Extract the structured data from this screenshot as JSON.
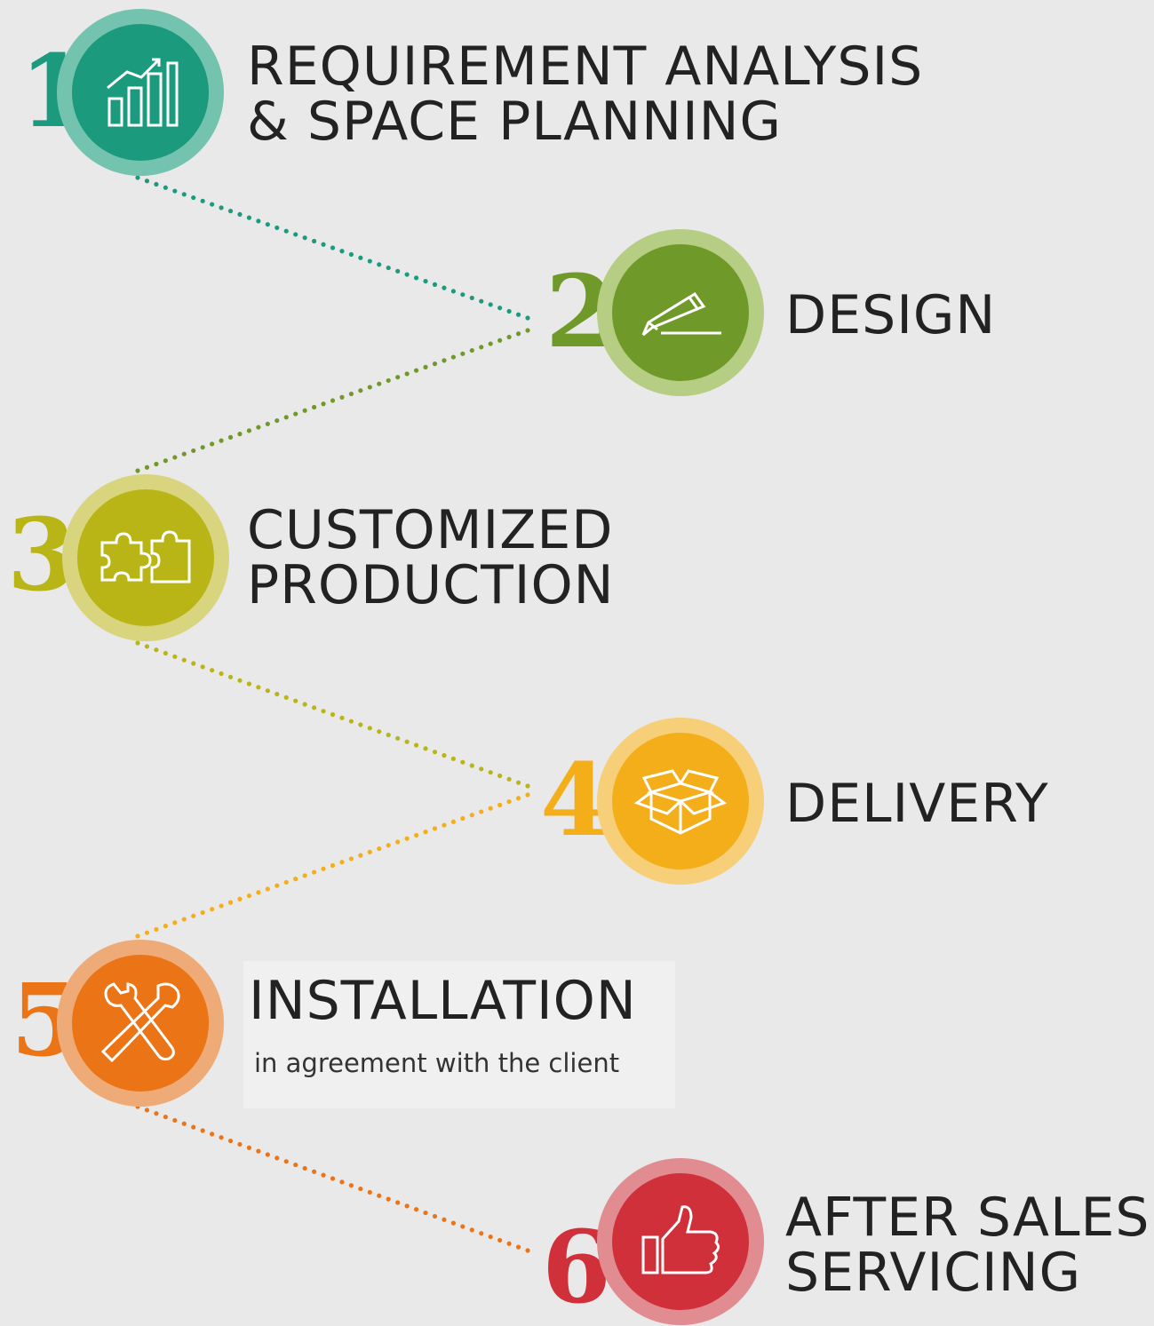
{
  "steps": [
    {
      "number": "1",
      "lines": [
        "REQUIREMENT ANALYSIS",
        "& SPACE PLANNING"
      ],
      "icon": "bar-chart-icon",
      "color": "#1b9a7e",
      "ring": "#74c3ae"
    },
    {
      "number": "2",
      "lines": [
        "DESIGN"
      ],
      "icon": "pencil-icon",
      "color": "#6f9a2a",
      "ring": "#b6cd84"
    },
    {
      "number": "3",
      "lines": [
        "CUSTOMIZED",
        "PRODUCTION"
      ],
      "icon": "puzzle-icon",
      "color": "#b9b517",
      "ring": "#d8d57e"
    },
    {
      "number": "4",
      "lines": [
        "DELIVERY"
      ],
      "icon": "box-icon",
      "color": "#f4ae19",
      "ring": "#f7cf79"
    },
    {
      "number": "5",
      "lines": [
        "INSTALLATION"
      ],
      "subtitle": "in agreement with the client",
      "icon": "tools-icon",
      "color": "#eb7417",
      "ring": "#efab77"
    },
    {
      "number": "6",
      "lines": [
        "AFTER SALES",
        "SERVICING"
      ],
      "icon": "thumbs-up-icon",
      "color": "#d0303a",
      "ring": "#e08c91"
    }
  ]
}
